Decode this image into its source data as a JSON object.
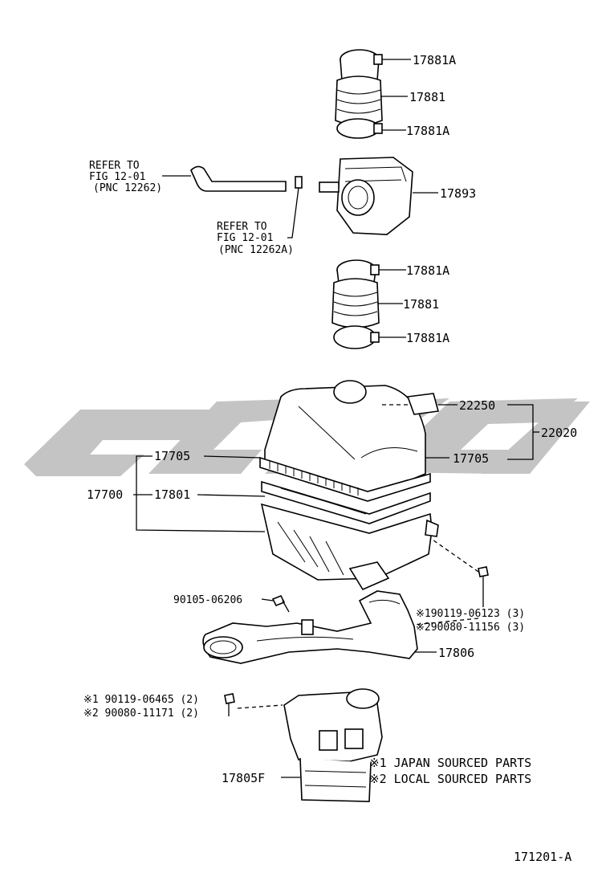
{
  "labels": {
    "hose_clamp_top_1": "17881A",
    "hose_top": "17881",
    "hose_clamp_top_2": "17881A",
    "refer_left_1": "REFER TO",
    "refer_left_2": "FIG 12-01",
    "refer_left_3": "(PNC 12262)",
    "refer_mid_1": "REFER TO",
    "refer_mid_2": "FIG 12-01",
    "refer_mid_3": "(PNC 12262A)",
    "resonator": "17893",
    "hose_clamp_mid_1": "17881A",
    "hose_mid": "17881",
    "hose_clamp_mid_2": "17881A",
    "sensor": "22250",
    "meter_assy": "22020",
    "clip_left": "17705",
    "clip_right": "17705",
    "cleaner_assy": "17700",
    "element": "17801",
    "bolt_left": "90105-06206",
    "bolt_right_1": "※190119-06123 (3)",
    "bolt_right_2": "※290080-11156 (3)",
    "inlet": "17806",
    "bolt_low_1": "※1 90119-06465 (2)",
    "bolt_low_2": "※2 90080-11171 (2)",
    "note_1": "※1 JAPAN SOURCED PARTS",
    "note_2": "※2 LOCAL SOURCED PARTS",
    "inlet_lower": "17805F",
    "fig_code": "171201-A"
  },
  "watermark_color": "#c4c4c4"
}
